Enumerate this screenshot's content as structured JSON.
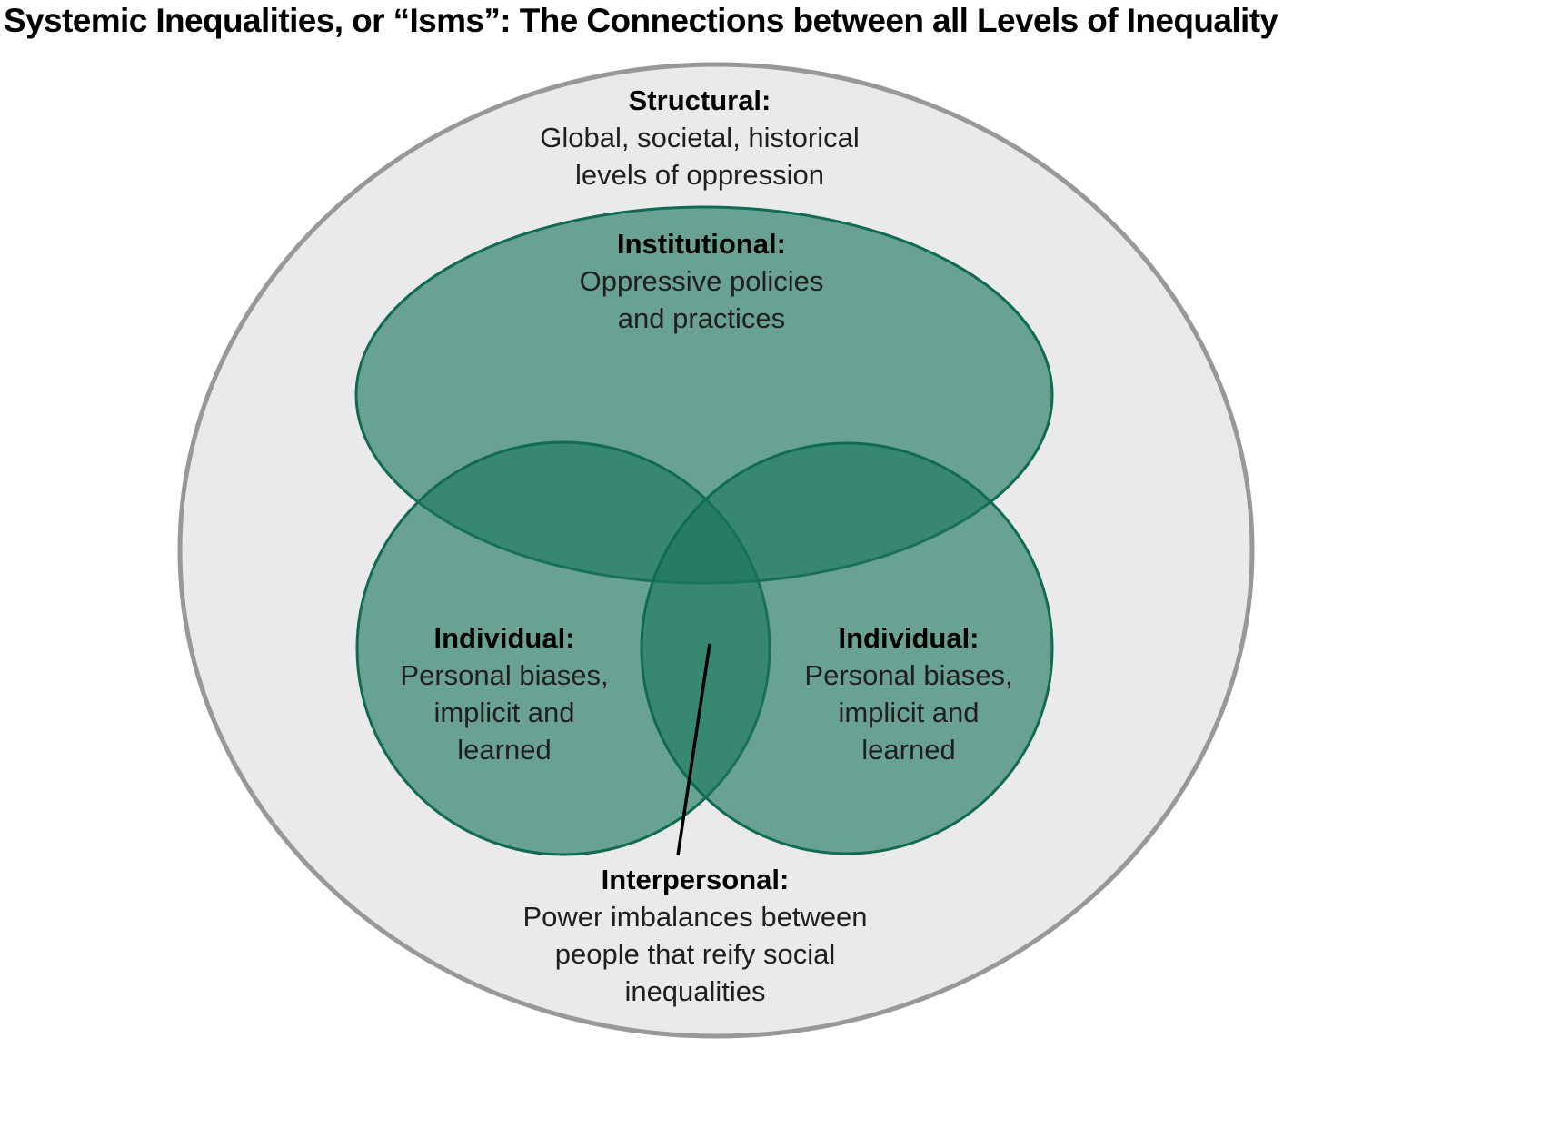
{
  "title": "Systemic Inequalities, or “Isms”: The Connections between all Levels of Inequality",
  "diagram": {
    "structural": {
      "heading": "Structural:",
      "lines": [
        "Global, societal, historical",
        "levels of oppression"
      ]
    },
    "institutional": {
      "heading": "Institutional:",
      "lines": [
        "Oppressive policies",
        "and practices"
      ]
    },
    "individual_left": {
      "heading": "Individual:",
      "lines": [
        "Personal biases,",
        "implicit and",
        "learned"
      ]
    },
    "individual_right": {
      "heading": "Individual:",
      "lines": [
        "Personal biases,",
        "implicit and",
        "learned"
      ]
    },
    "interpersonal": {
      "heading": "Interpersonal:",
      "lines": [
        "Power imbalances between",
        "people that reify social",
        "inequalities"
      ]
    }
  },
  "colors": {
    "outer_fill": "#eaeaea",
    "outer_stroke": "#989898",
    "venn_fill": "#1a765c",
    "venn_stroke": "#0f6b52"
  }
}
